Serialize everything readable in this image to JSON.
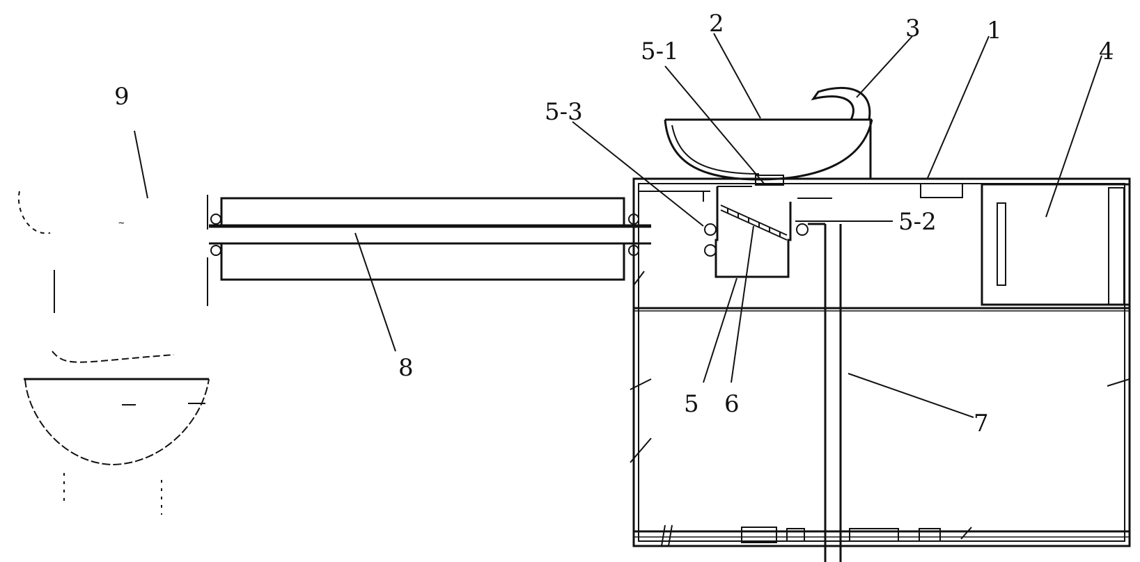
{
  "diagram": {
    "labels": {
      "l9": "9",
      "l2": "2",
      "l3": "3",
      "l1": "1",
      "l4": "4",
      "l5_1": "5-1",
      "l5_3": "5-3",
      "l5_2": "5-2",
      "l8": "8",
      "l5": "5",
      "l6": "6",
      "l7": "7"
    }
  },
  "colors": {
    "ink": "#111111",
    "background": "#ffffff"
  }
}
